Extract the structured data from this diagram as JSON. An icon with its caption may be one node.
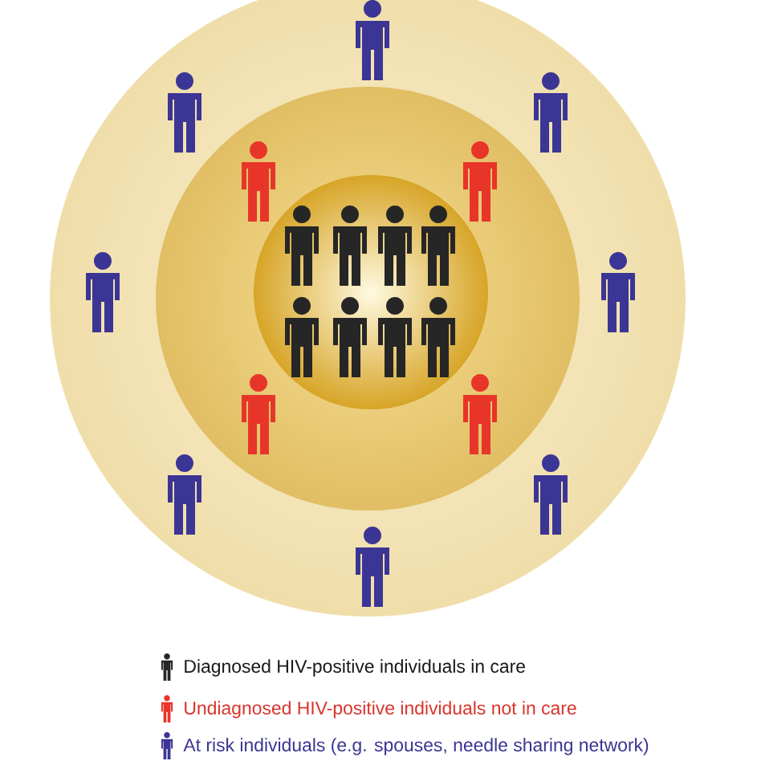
{
  "diagram": {
    "legend": [
      {
        "text": "Diagnosed HIV-positive individuals in care"
      },
      {
        "text": "Undiagnosed HIV-positive individuals not in care"
      },
      {
        "text": "At risk individuals (e.g. spouses, needle sharing network)"
      }
    ]
  }
}
